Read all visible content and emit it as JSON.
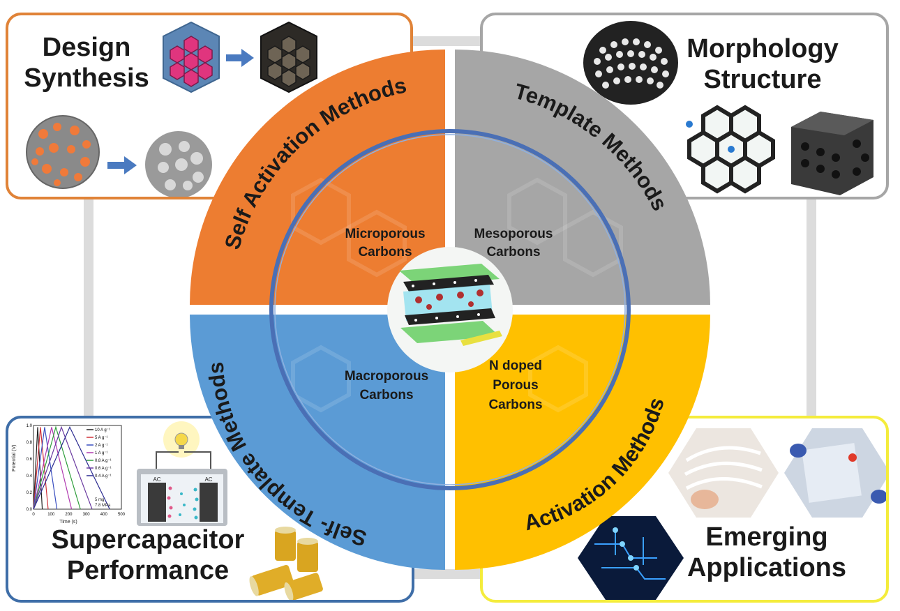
{
  "corners": {
    "design_synthesis": {
      "line1": "Design",
      "line2": "Synthesis"
    },
    "morphology_structure": {
      "line1": "Morphology",
      "line2": "Structure"
    },
    "supercapacitor_performance": {
      "line1": "Supercapacitor",
      "line2": "Performance"
    },
    "emerging_applications": {
      "line1": "Emerging",
      "line2": "Applications"
    }
  },
  "methods": {
    "self_activation": "Self Activation Methods",
    "template": "Template Methods",
    "self_template": "Self- Template Methods",
    "activation": "Activation Methods"
  },
  "carbons": {
    "microporous": {
      "line1": "Microporous",
      "line2": "Carbons"
    },
    "mesoporous": {
      "line1": "Mesoporous",
      "line2": "Carbons"
    },
    "macroporous": {
      "line1": "Macroporous",
      "line2": "Carbons"
    },
    "n_doped": {
      "line1": "N doped",
      "line2": "Porous",
      "line3": "Carbons"
    }
  },
  "gcd_plot": {
    "legend": [
      "10 A g⁻¹",
      "5 A g⁻¹",
      "2 A g⁻¹",
      "1 A g⁻¹",
      "0.8 A g⁻¹",
      "0.6 A g⁻¹",
      "0.4 A g⁻¹"
    ],
    "ylabel": "Potential (V)",
    "xlabel": "Time (s)",
    "xticks": [
      "0",
      "100",
      "200",
      "300",
      "400",
      "500"
    ],
    "yticks": [
      "0.0",
      "0.2",
      "0.4",
      "0.6",
      "0.8",
      "1.0"
    ],
    "note1": "5 mg",
    "note2": "7.8 MPa",
    "series_colors": [
      "#222222",
      "#d0323a",
      "#3a4fc0",
      "#b03ab0",
      "#2e9e3a",
      "#6a3aa0",
      "#2a2a90"
    ]
  },
  "device": {
    "electrode_left": "AC",
    "electrode_right": "AC"
  },
  "colors": {
    "orange": "#ed7d31",
    "gray": "#a6a6a6",
    "blue": "#5b9bd5",
    "yellow": "#ffc000",
    "ring": "#4a6fb5"
  }
}
